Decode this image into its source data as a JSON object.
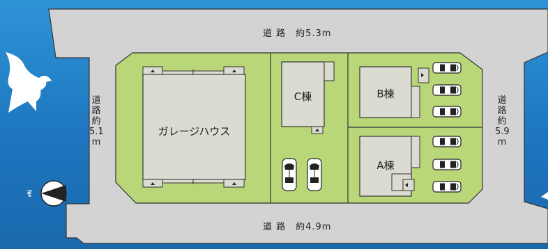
{
  "roads": {
    "top": "道 路　約5.3m",
    "bottom": "道 路　約4.9m",
    "left": "道\n路\n約\n5.1\nm",
    "right": "道\n路\n約\n5.9\nm"
  },
  "buildings": {
    "garage": "ガレージハウス",
    "c": "C棟",
    "b": "B棟",
    "a": "A棟"
  },
  "compass": {
    "label": "N"
  },
  "colors": {
    "sky": "#2f93d6",
    "road": "#d3d3d3",
    "lot": "#b9d679",
    "building": "#dcdbd2",
    "outline": "#333333"
  },
  "icons": [
    "bird-icon",
    "compass-icon",
    "car-icon"
  ]
}
